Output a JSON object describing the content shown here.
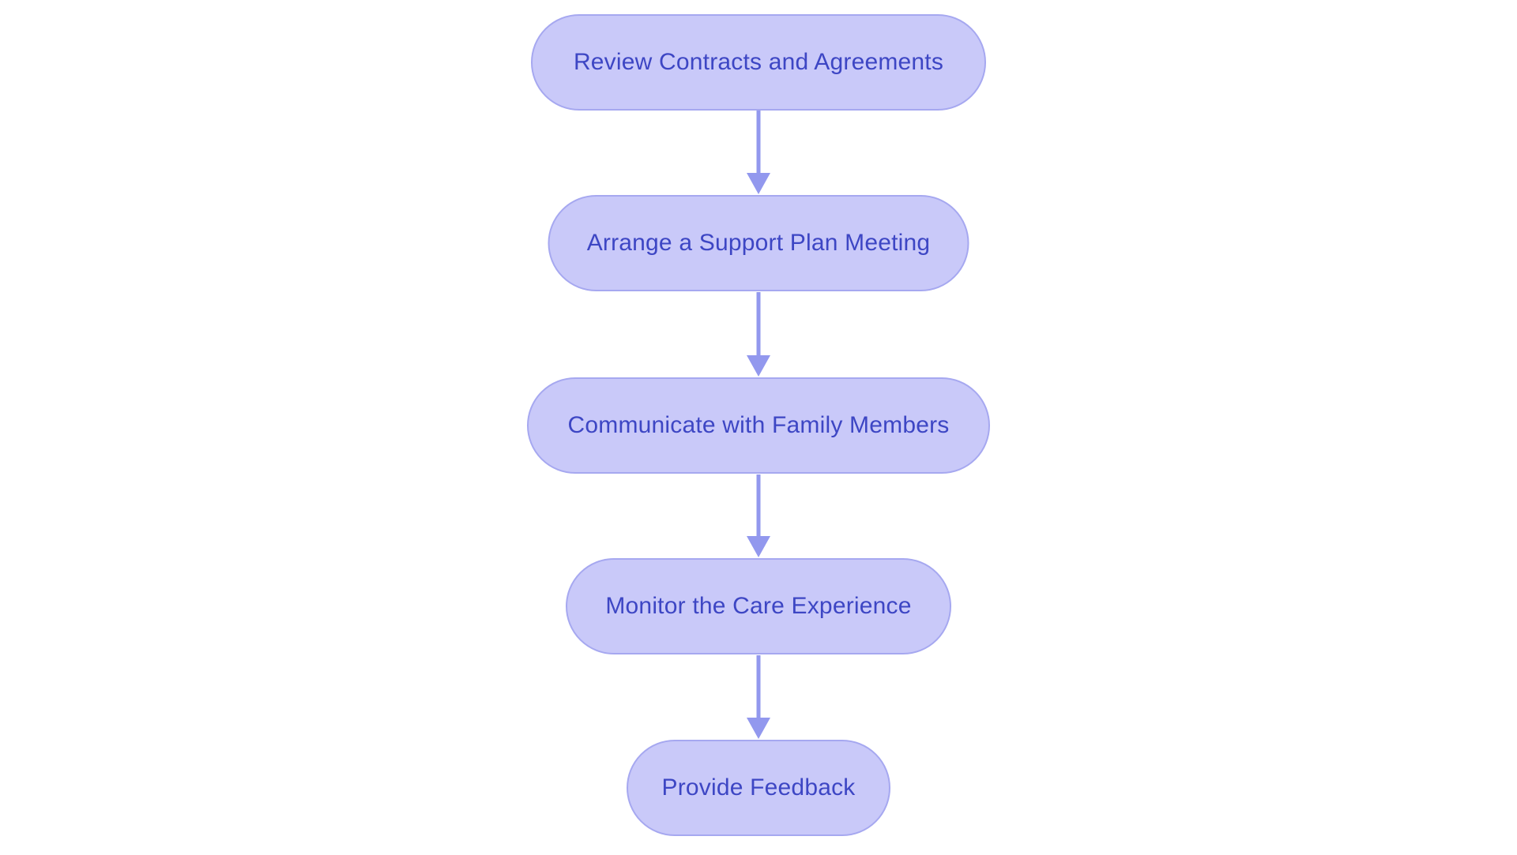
{
  "diagram": {
    "type": "flowchart",
    "direction": "top-down",
    "nodes": [
      {
        "id": "n1",
        "label": "Review Contracts and Agreements"
      },
      {
        "id": "n2",
        "label": "Arrange a Support Plan Meeting"
      },
      {
        "id": "n3",
        "label": "Communicate with Family Members"
      },
      {
        "id": "n4",
        "label": "Monitor the Care Experience"
      },
      {
        "id": "n5",
        "label": "Provide Feedback"
      }
    ],
    "edges": [
      {
        "from": "n1",
        "to": "n2"
      },
      {
        "from": "n2",
        "to": "n3"
      },
      {
        "from": "n3",
        "to": "n4"
      },
      {
        "from": "n4",
        "to": "n5"
      }
    ]
  },
  "colors": {
    "background": "#ffffff",
    "node_fill": "#c9c9f9",
    "node_border": "#a6a8f0",
    "node_text": "#3d46c4",
    "arrow": "#9298ee"
  }
}
